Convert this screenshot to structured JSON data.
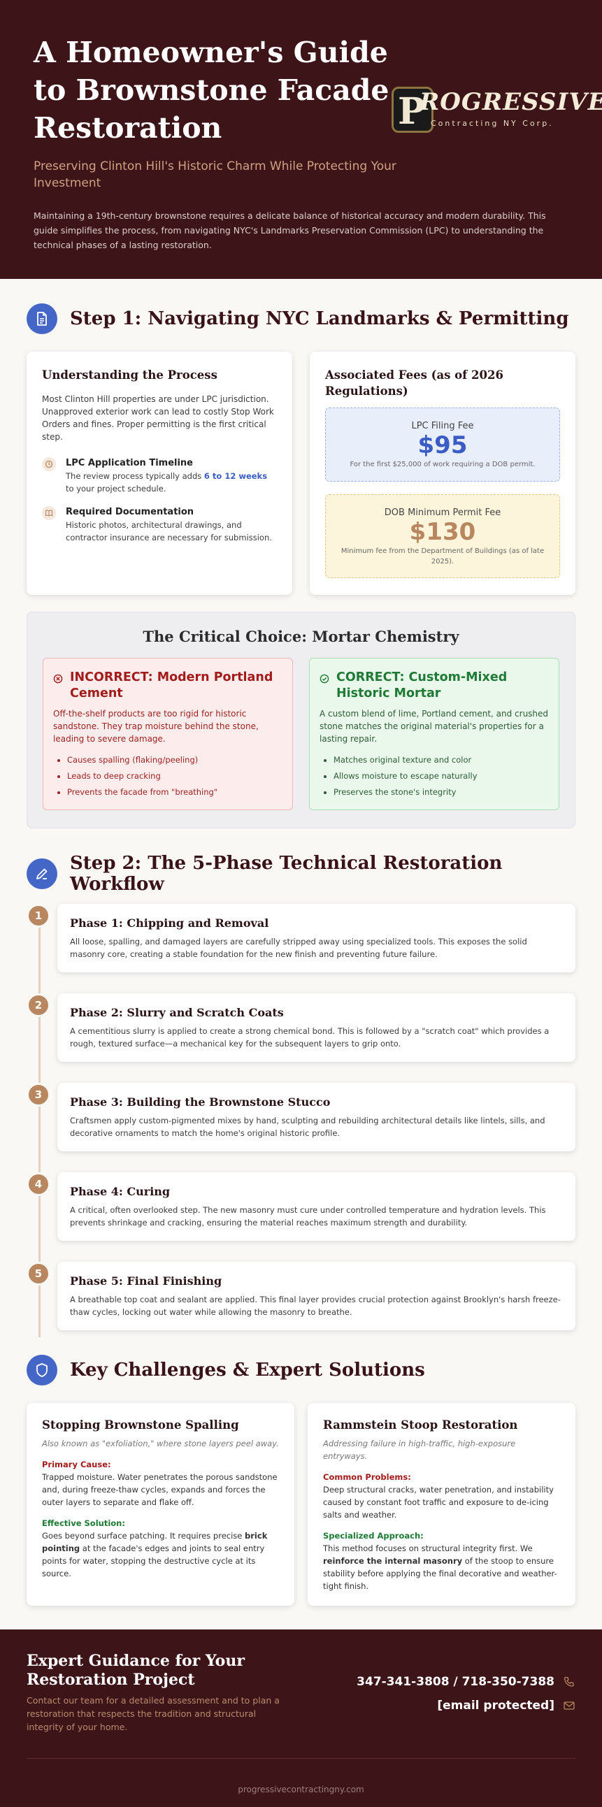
{
  "header": {
    "title": "A Homeowner's Guide to Brownstone Facade Restoration",
    "subtitle": "Preserving Clinton Hill's Historic Charm While Protecting Your Investment",
    "intro": "Maintaining a 19th-century brownstone requires a delicate balance of historical accuracy and modern durability. This guide simplifies the process, from navigating NYC's Landmarks Preservation Commission (LPC) to understanding the technical phases of a lasting restoration.",
    "logo_word": "PROGRESSIVE",
    "logo_tag": "Contracting NY Corp."
  },
  "step1": {
    "title": "Step 1: Navigating NYC Landmarks & Permitting",
    "icon": "document-icon",
    "process": {
      "title": "Understanding the Process",
      "body": "Most Clinton Hill properties are under LPC jurisdiction. Unapproved exterior work can lead to costly Stop Work Orders and fines. Proper permitting is the first critical step.",
      "items": [
        {
          "title": "LPC Application Timeline",
          "pre": "The review process typically adds ",
          "highlight": "6 to 12 weeks",
          "post": " to your project schedule.",
          "icon": "clock-icon"
        },
        {
          "title": "Required Documentation",
          "text": "Historic photos, architectural drawings, and contractor insurance are necessary for submission.",
          "icon": "book-icon"
        }
      ]
    },
    "fees": {
      "title": "Associated Fees (as of 2026 Regulations)",
      "lpc": {
        "label": "LPC Filing Fee",
        "amount": "$95",
        "note": "For the first $25,000 of work requiring a DOB permit.",
        "color": "#3b5cc4"
      },
      "dob": {
        "label": "DOB Minimum Permit Fee",
        "amount": "$130",
        "note": "Minimum fee from the Department of Buildings (as of late 2025).",
        "color": "#b8865f"
      }
    }
  },
  "mortar": {
    "title": "The Critical Choice: Mortar Chemistry",
    "incorrect": {
      "title": "INCORRECT: Modern Portland Cement",
      "body": "Off-the-shelf products are too rigid for historic sandstone. They trap moisture behind the stone, leading to severe damage.",
      "bullets": [
        "Causes spalling (flaking/peeling)",
        "Leads to deep cracking",
        "Prevents the facade from \"breathing\""
      ],
      "color": "#a31b1b"
    },
    "correct": {
      "title": "CORRECT: Custom-Mixed Historic Mortar",
      "body": "A custom blend of lime, Portland cement, and crushed stone matches the original material's properties for a lasting repair.",
      "bullets": [
        "Matches original texture and color",
        "Allows moisture to escape naturally",
        "Preserves the stone's integrity"
      ],
      "color": "#1f7a35"
    }
  },
  "step2": {
    "title": "Step 2: The 5-Phase Technical Restoration Workflow",
    "icon": "pen-icon",
    "phases": [
      {
        "num": "1",
        "title": "Phase 1: Chipping and Removal",
        "text": "All loose, spalling, and damaged layers are carefully stripped away using specialized tools. This exposes the solid masonry core, creating a stable foundation for the new finish and preventing future failure."
      },
      {
        "num": "2",
        "title": "Phase 2: Slurry and Scratch Coats",
        "text": "A cementitious slurry is applied to create a strong chemical bond. This is followed by a \"scratch coat\" which provides a rough, textured surface—a mechanical key for the subsequent layers to grip onto."
      },
      {
        "num": "3",
        "title": "Phase 3: Building the Brownstone Stucco",
        "text": "Craftsmen apply custom-pigmented mixes by hand, sculpting and rebuilding architectural details like lintels, sills, and decorative ornaments to match the home's original historic profile."
      },
      {
        "num": "4",
        "title": "Phase 4: Curing",
        "text": "A critical, often overlooked step. The new masonry must cure under controlled temperature and hydration levels. This prevents shrinkage and cracking, ensuring the material reaches maximum strength and durability."
      },
      {
        "num": "5",
        "title": "Phase 5: Final Finishing",
        "text": "A breathable top coat and sealant are applied. This final layer provides crucial protection against Brooklyn's harsh freeze-thaw cycles, locking out water while allowing the masonry to breathe."
      }
    ]
  },
  "challenges": {
    "title": "Key Challenges & Expert Solutions",
    "icon": "shield-icon",
    "spalling": {
      "title": "Stopping Brownstone Spalling",
      "sub": "Also known as \"exfoliation,\" where stone layers peel away.",
      "cause_label": "Primary Cause:",
      "cause": "Trapped moisture. Water penetrates the porous sandstone and, during freeze-thaw cycles, expands and forces the outer layers to separate and flake off.",
      "solution_label": "Effective Solution:",
      "solution_pre": "Goes beyond surface patching. It requires precise ",
      "solution_bold": "brick pointing",
      "solution_post": " at the facade's edges and joints to seal entry points for water, stopping the destructive cycle at its source."
    },
    "stoop": {
      "title": "Rammstein Stoop Restoration",
      "sub": "Addressing failure in high-traffic, high-exposure entryways.",
      "problem_label": "Common Problems:",
      "problem": "Deep structural cracks, water penetration, and instability caused by constant foot traffic and exposure to de-icing salts and weather.",
      "approach_label": "Specialized Approach:",
      "approach_pre": "This method focuses on structural integrity first. We ",
      "approach_bold": "reinforce the internal masonry",
      "approach_post": " of the stoop to ensure stability before applying the final decorative and weather-tight finish."
    }
  },
  "footer": {
    "title": "Expert Guidance for Your Restoration Project",
    "sub": "Contact our team for a detailed assessment and to plan a restoration that respects the tradition and structural integrity of your home.",
    "phone": "347-341-3808 / 718-350-7388",
    "email": "[email protected]",
    "site": "progressivecontractingny.com"
  },
  "colors": {
    "maroon": "#3d1418",
    "blue": "#4466c6",
    "tan": "#b8865f"
  }
}
